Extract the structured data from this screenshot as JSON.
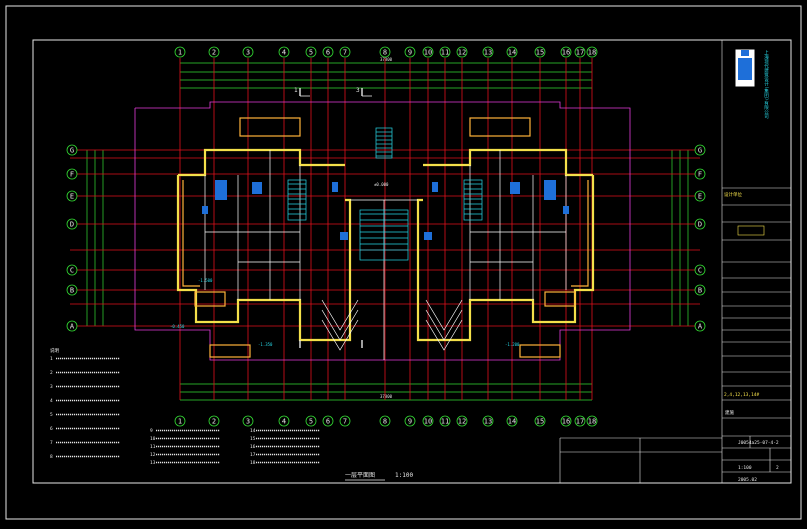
{
  "drawing": {
    "plan_title": "一层平面图",
    "plan_scale": "1:100",
    "notes_header": "说明",
    "note_numbers": [
      "1",
      "2",
      "3",
      "4",
      "5",
      "6",
      "7",
      "8"
    ],
    "note_numbers_col2": [
      "9",
      "10",
      "11",
      "12",
      "13"
    ],
    "note_numbers_col3": [
      "14",
      "15",
      "16",
      "17",
      "18"
    ],
    "axis_top": [
      "1",
      "2",
      "3",
      "4",
      "5",
      "6",
      "7",
      "8",
      "9",
      "10",
      "11",
      "12",
      "13",
      "14",
      "15",
      "16",
      "17",
      "18"
    ],
    "axis_bottom": [
      "1",
      "2",
      "3",
      "4",
      "5",
      "6",
      "7",
      "8",
      "9",
      "10",
      "11",
      "12",
      "13",
      "14",
      "15",
      "16",
      "17",
      "18"
    ],
    "axis_side": [
      "G",
      "F",
      "E",
      "D",
      "C",
      "B",
      "A"
    ],
    "section_marks": [
      "1",
      "3"
    ],
    "top_overall_dim": "37800",
    "bottom_overall_dim": "37800",
    "elevation_marks": [
      "±0.000",
      "-0.450",
      "-1.350",
      "-1.500",
      "-1.200"
    ]
  },
  "title_block": {
    "company": "上海现代建筑设计(集团)有限公司",
    "project_number": "J0054a25-07-4-2",
    "sheet_label": "建施",
    "drawing_name": "一层平面图",
    "scale_value": "1:100",
    "date": "2005.02",
    "sheet_no": "2",
    "project_scope": "2,4,12,13,14#",
    "colors": {
      "company_text": "#27d9e8",
      "labels": "#f4e04a",
      "frame": "#e6e6e6"
    }
  },
  "colors": {
    "background": "#000000",
    "axis_lines": "#e0101c",
    "dimension_lines": "#33dd33",
    "walls": "#f4e04a",
    "interior": "#ffffff",
    "fixtures": "#27d9e8",
    "accent": "#e43ddb",
    "logo_fill": "#1e6fd9"
  }
}
